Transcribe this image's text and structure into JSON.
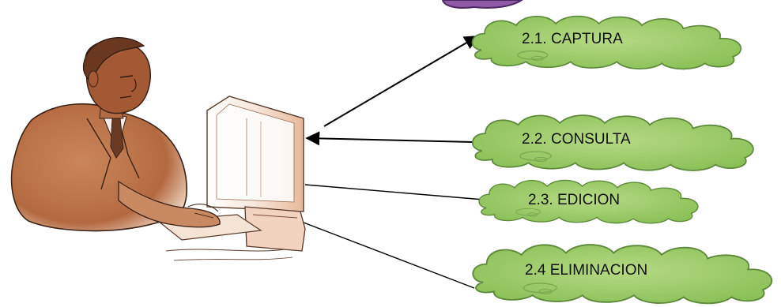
{
  "diagram": {
    "actor": {
      "figure_icon": "person-at-computer-illustration"
    },
    "top_cloud": {
      "color": "#8e5aa6"
    },
    "nodes": [
      {
        "id": "captura",
        "label": "2.1. CAPTURA",
        "color": "#9ccc65",
        "arrow": "to-cloud"
      },
      {
        "id": "consulta",
        "label": "2.2. CONSULTA",
        "color": "#9ccc65",
        "arrow": "to-computer"
      },
      {
        "id": "edicion",
        "label": "2.3. EDICION",
        "color": "#9ccc65",
        "arrow": "none"
      },
      {
        "id": "eliminacion",
        "label": "2.4 ELIMINACION",
        "color": "#9ccc65",
        "arrow": "none"
      }
    ]
  }
}
